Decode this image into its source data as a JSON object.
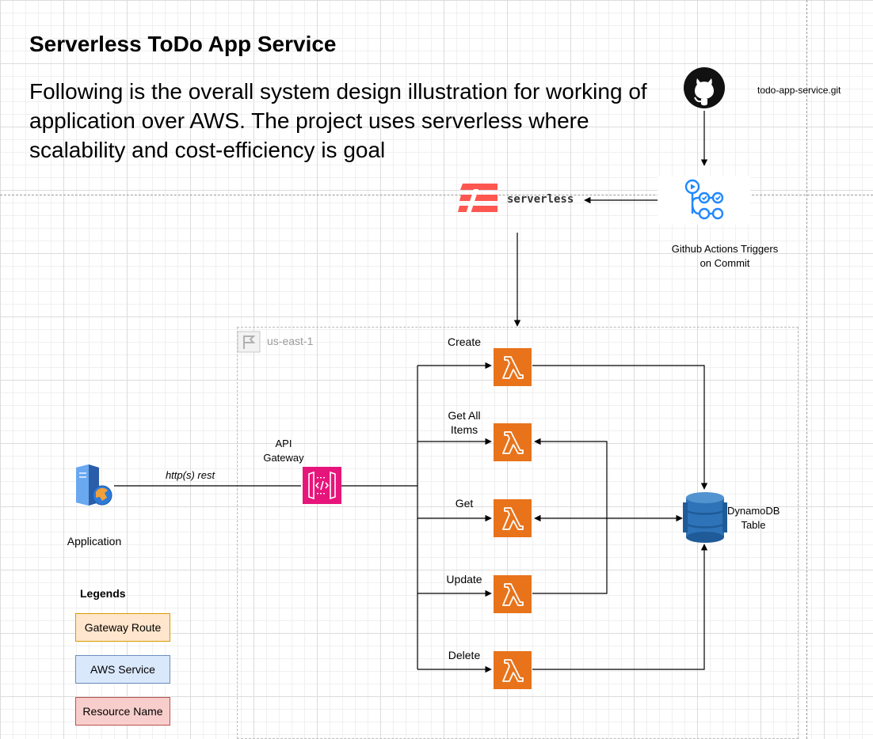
{
  "title": "Serverless ToDo App Service",
  "description": "Following is the overall system design illustration for working of application over AWS. The project uses serverless where scalability and cost-efficiency is goal",
  "repo": "todo-app-service.git",
  "serverless_label": "serverless",
  "github_actions_label_1": "Github Actions Triggers",
  "github_actions_label_2": "on Commit",
  "region_label": "us-east-1",
  "application_label": "Application",
  "http_label": "http(s) rest",
  "api_gateway_label_1": "API",
  "api_gateway_label_2": "Gateway",
  "routes": {
    "create": "Create",
    "get_all_1": "Get All",
    "get_all_2": "Items",
    "get": "Get",
    "update": "Update",
    "delete": "Delete"
  },
  "dynamodb_label_1": "DynamoDB",
  "dynamodb_label_2": "Table",
  "legends": {
    "title": "Legends",
    "gateway_route": "Gateway Route",
    "aws_service": "AWS Service",
    "resource_name": "Resource Name"
  },
  "colors": {
    "lambda": "#e8731b",
    "api_gateway": "#e7157b",
    "dynamodb": "#2e73b8",
    "serverless": "#fd5750",
    "github_actions": "#2088ff",
    "legend_gateway_fill": "#ffe6cc",
    "legend_aws_fill": "#dae8fc",
    "legend_resource_fill": "#f8cecc"
  },
  "icons": [
    "github-icon",
    "github-actions-icon",
    "serverless-logo-icon",
    "region-flag-icon",
    "application-server-icon",
    "api-gateway-icon",
    "lambda-icon",
    "dynamodb-icon"
  ]
}
